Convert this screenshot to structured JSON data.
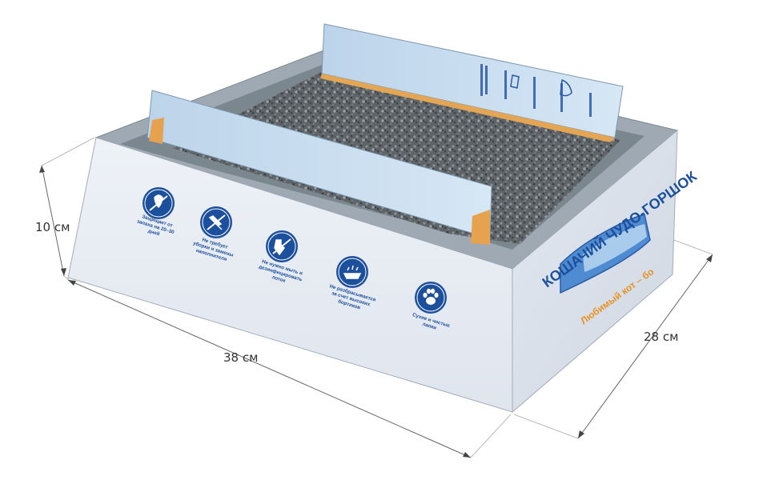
{
  "dimensions": {
    "height": "10 см",
    "length": "38 см",
    "width": "28 см"
  },
  "features": [
    {
      "icon": "water-crossed-icon",
      "text": [
        "Защищает от",
        "запаха на 20–30",
        "дней"
      ]
    },
    {
      "icon": "scoop-crossed-icon",
      "text": [
        "Не требует",
        "уборки и замены",
        "наполнителя"
      ]
    },
    {
      "icon": "wash-crossed-icon",
      "text": [
        "Не нужно мыть и",
        "дезинфицировать",
        "лоток"
      ]
    },
    {
      "icon": "tray-litter-icon",
      "text": [
        "Не разбрасывается",
        "за счет высоких",
        "бортиков"
      ]
    },
    {
      "icon": "paw-icon",
      "text": [
        "Сухие и чистые",
        "лапки"
      ]
    }
  ],
  "brand": {
    "title": "КОШАЧИЙ ЧУДО-ГОРШОК",
    "slogan": "Любимый кот – ",
    "slogan_end": "бо"
  },
  "colors": {
    "box_front": "#e6ebf2",
    "box_right": "#d9e0ea",
    "box_top": "#9ba8b2",
    "box_inner": "#6c7880",
    "flap": "#c9def0",
    "brand_blue": "#1c4f9c",
    "accent_orange": "#e89225"
  }
}
